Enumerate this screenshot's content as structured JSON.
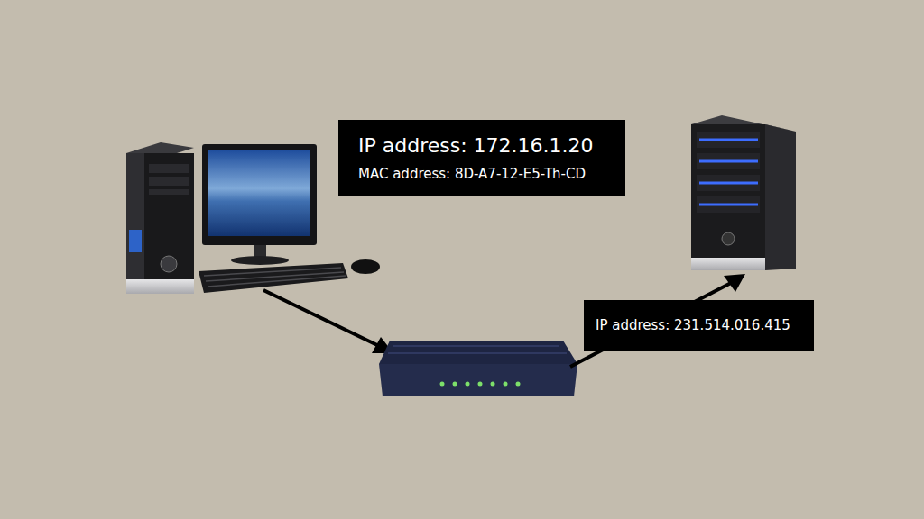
{
  "diagram": {
    "nodes": [
      {
        "text": [
          "IP address: 172.16.1.20",
          "MAC address: 8D-A7-12-E5-Th-CD"
        ]
      },
      {
        "text": [
          "IP address: 231.514.016.415"
        ]
      }
    ]
  }
}
